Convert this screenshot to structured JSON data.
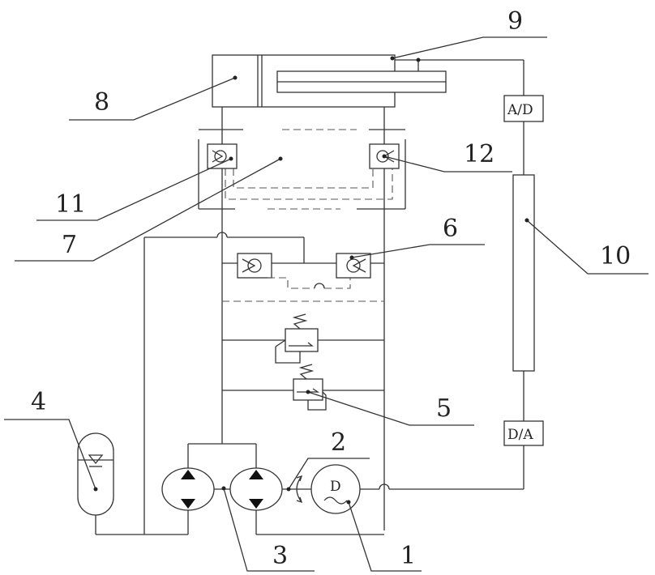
{
  "component_numbers": [
    "1",
    "2",
    "3",
    "4",
    "5",
    "6",
    "7",
    "8",
    "9",
    "10",
    "11",
    "12"
  ],
  "converters": {
    "adc": "A/D",
    "dac": "D/A"
  },
  "motor_symbol": "D"
}
